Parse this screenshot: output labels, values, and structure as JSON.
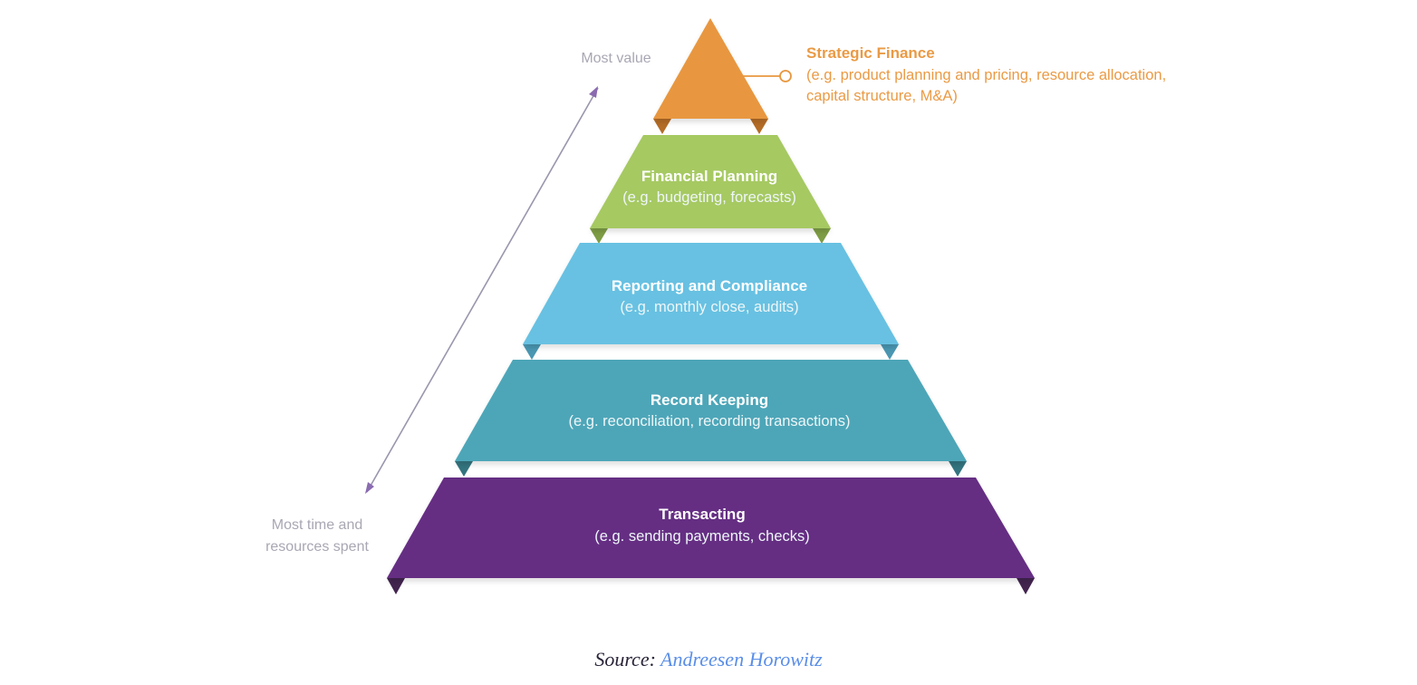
{
  "diagram": {
    "type": "pyramid",
    "top_label": "Most value",
    "bottom_label_lines": [
      "Most time and",
      "resources spent"
    ],
    "arrow_color": "#9a96ad",
    "apex": {
      "title": "Strategic Finance",
      "subtitle_lines": [
        "(e.g. product planning and pricing, resource allocation,",
        "capital structure, M&A)"
      ],
      "color": "#e8973f",
      "fold_color": "#b46c26",
      "text_color": "#ea9a44"
    },
    "tiers": [
      {
        "title": "Financial Planning",
        "subtitle": "(e.g. budgeting, forecasts)",
        "color": "#a6c962",
        "fold_color": "#7e9d44"
      },
      {
        "title": "Reporting and Compliance",
        "subtitle": "(e.g. monthly close, audits)",
        "color": "#67c1e2",
        "fold_color": "#4a97b2"
      },
      {
        "title": "Record Keeping",
        "subtitle": "(e.g. reconciliation, recording transactions)",
        "color": "#4ea6b8",
        "fold_color": "#33747f"
      },
      {
        "title": "Transacting",
        "subtitle": "(e.g. sending payments, checks)",
        "color": "#652d83",
        "fold_color": "#42244f"
      }
    ]
  },
  "source": {
    "label": "Source:",
    "link_text": "Andreesen Horowitz"
  }
}
